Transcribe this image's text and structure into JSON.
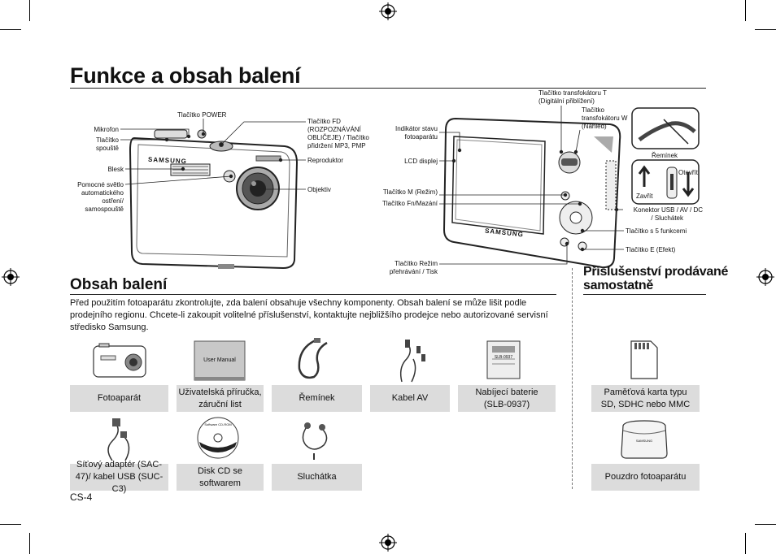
{
  "page": {
    "title": "Funkce a obsah balení",
    "page_number": "CS-4"
  },
  "camera_front_labels": {
    "power": "Tlačítko POWER",
    "fd": [
      "Tlačítko FD",
      "(ROZPOZNÁVÁNÍ",
      "OBLIČEJE) / Tlačítko",
      "přidržení MP3, PMP"
    ],
    "mikrofon": "Mikrofon",
    "spoust": [
      "Tlačítko",
      "spouště"
    ],
    "reproduktor": "Reproduktor",
    "blesk": "Blesk",
    "objektiv": "Objektiv",
    "svetlo": [
      "Pomocné světlo",
      "automatického",
      "ostření/",
      "samospouště"
    ],
    "brand": "SAMSUNG"
  },
  "camera_back_labels": {
    "zoom_t": [
      "Tlačítko transfokátoru T",
      "(Digitální přiblížení)"
    ],
    "zoom_w": [
      "Tlačítko",
      "transfokátoru W",
      "(Náhled)"
    ],
    "indikator": [
      "Indikátor stavu",
      "fotoaparátu"
    ],
    "lcd": "LCD displej",
    "remen": "Řemínek",
    "zavrit": "Zavřít",
    "otevrit": "Otevřít",
    "rezim_m": "Tlačítko M (Režim)",
    "fn": "Tlačítko Fn/Mazání",
    "konektor": [
      "Konektor USB / AV / DC",
      "/ Sluchátek"
    ],
    "funkce5": "Tlačítko s 5 funkcemi",
    "efekt": "Tlačítko E (Efekt)",
    "prehravani": [
      "Tlačítko Režim",
      "přehrávání / Tisk"
    ]
  },
  "package": {
    "heading": "Obsah balení",
    "intro": "Před použitím fotoaparátu zkontrolujte, zda balení obsahuje všechny komponenty. Obsah balení se může lišit podle prodejního regionu. Chcete-li zakoupit volitelné příslušenství, kontaktujte nejbližšího prodejce nebo autorizované servisní středisko Samsung.",
    "items": [
      {
        "label": "Fotoaparát",
        "icon": "camera-icon"
      },
      {
        "label": "Uživatelská příručka, záruční list",
        "icon": "manual-icon",
        "thumb_text": "User Manual"
      },
      {
        "label": "Řemínek",
        "icon": "strap-icon"
      },
      {
        "label": "Kabel AV",
        "icon": "av-cable-icon"
      },
      {
        "label": "Nabíjecí baterie (SLB-0937)",
        "icon": "battery-icon",
        "thumb_text": "SLB-0937"
      },
      {
        "label": "Síťový adaptér (SAC-47)/ kabel USB (SUC-C3)",
        "icon": "adapter-icon"
      },
      {
        "label": "Disk CD se softwarem",
        "icon": "cd-icon",
        "thumb_text": "Software CD-ROM"
      },
      {
        "label": "Sluchátka",
        "icon": "earphones-icon"
      }
    ]
  },
  "accessories": {
    "heading": "Příslušenství prodávané samostatně",
    "heading_lines": [
      "Příslušenství prodávané",
      "samostatně"
    ],
    "items": [
      {
        "label": "Paměťová karta typu SD, SDHC nebo MMC",
        "icon": "sd-card-icon"
      },
      {
        "label": "Pouzdro fotoaparátu",
        "icon": "camera-case-icon",
        "thumb_text": "SAMSUNG"
      }
    ]
  }
}
